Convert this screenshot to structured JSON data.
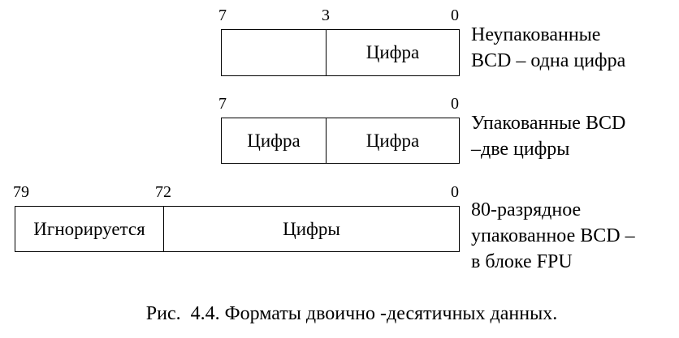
{
  "rows": [
    {
      "bits": [
        "7",
        "3",
        "0"
      ],
      "cells": [
        "",
        "Цифра"
      ],
      "description": [
        "Неупакованные",
        "BCD – одна цифра"
      ]
    },
    {
      "bits": [
        "7",
        "0"
      ],
      "cells": [
        "Цифра",
        "Цифра"
      ],
      "description": [
        "Упакованные BCD",
        "–две цифры"
      ]
    },
    {
      "bits": [
        "79",
        "72",
        "0"
      ],
      "cells": [
        "Игнорируется",
        "Цифры"
      ],
      "description": [
        "80-разрядное",
        "упакованное BCD –",
        "в блоке FPU"
      ]
    }
  ],
  "caption": "Рис.  4.4. Форматы двоично -десятичных данных."
}
